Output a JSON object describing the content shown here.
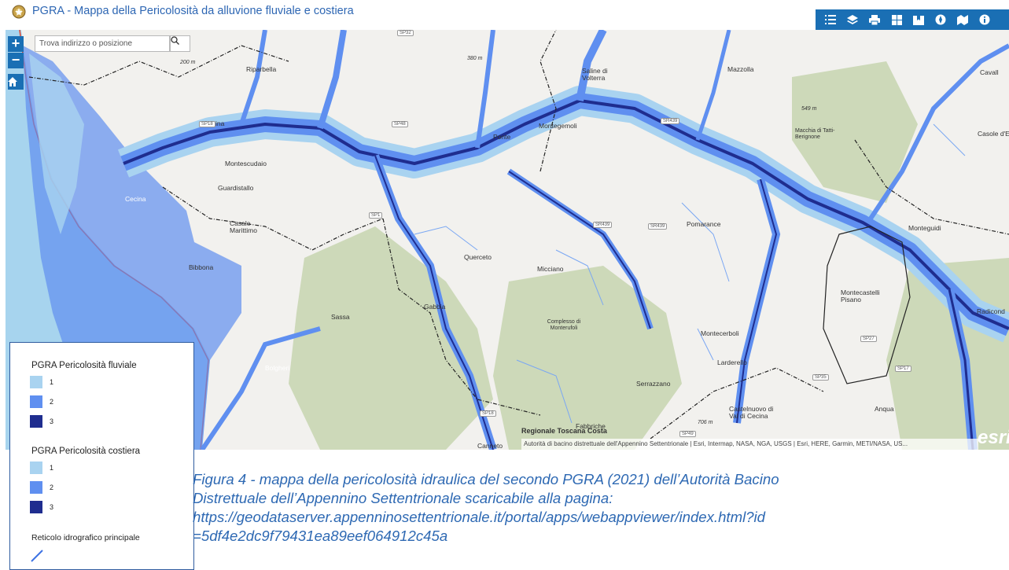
{
  "header": {
    "title": "PGRA - Mappa della Pericolosità da alluvione fluviale e costiera"
  },
  "toolbar": {
    "icons": [
      "list-icon",
      "layers-icon",
      "print-icon",
      "grid-icon",
      "bookmark-icon",
      "compass-icon",
      "basemap-icon",
      "info-icon"
    ]
  },
  "map": {
    "zoom_in": "+",
    "zoom_out": "−",
    "search_placeholder": "Trova indirizzo o posizione",
    "places": [
      "Riparbella",
      "Martina",
      "Montescudaio",
      "Guardistallo",
      "Cecina",
      "Casale Marittimo",
      "Bibbona",
      "Sassa",
      "Bolgheri",
      "Querceto",
      "Micciano",
      "Gabbia",
      "Ponte",
      "Montegemoli",
      "Pomarance",
      "Saline di Volterra",
      "Mazzolla",
      "Cavall",
      "Casole d'E",
      "Macchia di Tatti-Berignone",
      "Monteguidi",
      "Montecastelli Pisano",
      "Radicond",
      "Montecerboli",
      "Larderello",
      "Complesso di Monterufoli",
      "Serrazzano",
      "Castelnuovo di Val di Cecina",
      "Fabbriche",
      "Anqua",
      "Canneto",
      "Regionale Toscana Costa"
    ],
    "roads": [
      "SP18",
      "SP48",
      "SR439",
      "SR439",
      "SR439",
      "SP17",
      "SP35",
      "SP27",
      "SP18",
      "SP49",
      "SP1",
      "SP32"
    ],
    "elevations": [
      "200 m",
      "380 m",
      "549 m",
      "706 m"
    ],
    "attribution": "Autorità di bacino distrettuale dell'Appennino Settentrionale | Esri, Intermap, NASA, NGA, USGS | Esri, HERE, Garmin, METI/NASA, US...",
    "esri_logo": "esri"
  },
  "legend": {
    "fluviale": {
      "title": "PGRA Pericolosità fluviale",
      "items": [
        {
          "label": "1",
          "color": "#a9d3f0"
        },
        {
          "label": "2",
          "color": "#5f8ff0"
        },
        {
          "label": "3",
          "color": "#1f2d8f"
        }
      ]
    },
    "costiera": {
      "title": "PGRA Pericolosità costiera",
      "items": [
        {
          "label": "1",
          "color": "#a9d3f0"
        },
        {
          "label": "2",
          "color": "#5f8ff0"
        },
        {
          "label": "3",
          "color": "#1f2d8f"
        }
      ]
    },
    "reticolo": {
      "title": "Reticolo idrografico principale"
    }
  },
  "caption": {
    "line1": "Figura 4 - mappa della pericolosità idraulica del secondo PGRA (2021) dell’Autorità Bacino",
    "line2": "Distrettuale dell’Appennino Settentrionale scaricabile alla pagina:",
    "line3": "https://geodataserver.appenninosettentrionale.it/portal/apps/webappviewer/index.html?id",
    "line4": "=5df4e2dc9f79431ea89eef064912c45a"
  }
}
